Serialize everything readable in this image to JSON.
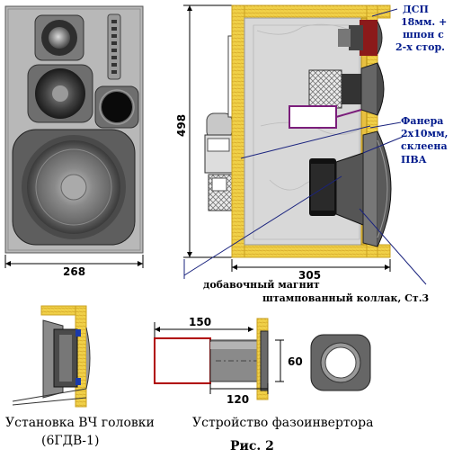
{
  "front_view": {
    "width_label": "268"
  },
  "side_view": {
    "height_label": "498",
    "depth_label": "305",
    "label_dsp": [
      "ДСП",
      "18мм. +",
      "шпон с",
      "2-х стор."
    ],
    "label_plywood": [
      "Фанера",
      "2х10мм,",
      "склеена",
      "ПВА"
    ],
    "label_magnet": "добавочный магнит",
    "label_cap": "штампованный коллак, Ст.3"
  },
  "port": {
    "length_label": "150",
    "tube_label": "120",
    "diameter_label": "60"
  },
  "captions": {
    "tweeter_line1": "Установка ВЧ головки",
    "tweeter_line2": "(6ГДВ-1)",
    "port": "Устройство фазоинвертора",
    "figure": "Рис. 2"
  },
  "colors": {
    "wood": "#f0d048",
    "wood_edge": "#c8a020",
    "interior": "#d8d8d8",
    "cabinet_front": "#b8b8b8",
    "leader_blue": "#1a237e",
    "felt_purple": "#7b1e7b",
    "port_red": "#b00000"
  }
}
